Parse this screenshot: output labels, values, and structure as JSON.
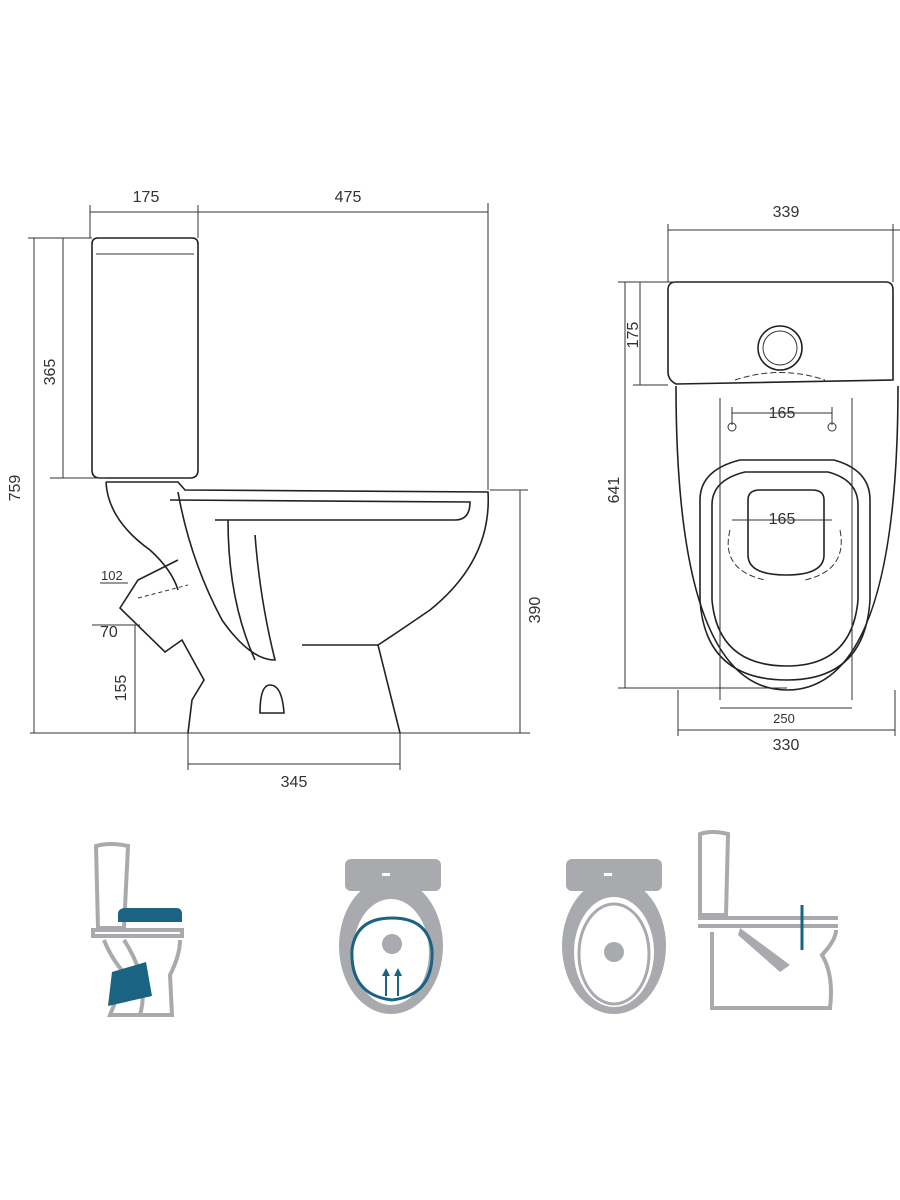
{
  "side_view": {
    "dims": {
      "tank_depth": "175",
      "bowl_length": "475",
      "total_height": "759",
      "tank_height": "365",
      "bowl_height": "390",
      "outlet_diameter": "102",
      "outlet_pipe": "70",
      "outlet_height": "155",
      "base_length": "345"
    }
  },
  "top_view": {
    "dims": {
      "tank_width": "339",
      "tank_depth": "175",
      "total_length": "641",
      "hinge_spacing": "165",
      "seat_spacing": "165",
      "base_width": "250",
      "bowl_width": "330"
    }
  },
  "icons": [
    "side-outlet-icon",
    "rimless-flush-icon",
    "rim-bowl-icon",
    "vertical-flush-icon"
  ],
  "colors": {
    "accent": "#1a6383",
    "gray": "#a8aaad",
    "line": "#222222"
  }
}
